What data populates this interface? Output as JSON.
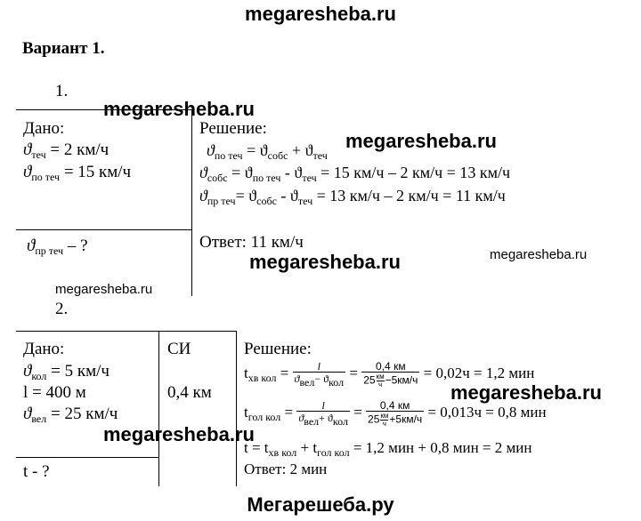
{
  "header": {
    "site": "megaresheba.ru"
  },
  "title": "Вариант 1.",
  "watermark": "megaresheba.ru",
  "footer": "Мегарешеба.ру",
  "problem1": {
    "number": "1.",
    "given_label": "Дано:",
    "given": [
      {
        "sym": "ϑ",
        "sub": "теч",
        "rest": " = 2 км/ч"
      },
      {
        "sym": "ϑ",
        "sub": "по теч",
        "rest": " = 15 км/ч"
      }
    ],
    "find": {
      "sym": "ϑ",
      "sub": "пр теч",
      "rest": " – ?"
    },
    "solution_label": "Решение:",
    "eq1": {
      "a": "ϑ",
      "a_sub": "по теч",
      "b": " = ϑ",
      "b_sub": "собс",
      "c": " + ϑ",
      "c_sub": "теч"
    },
    "eq2": {
      "a": "ϑ",
      "a_sub": "собс",
      "b": " = ϑ",
      "b_sub": "по теч",
      "c": " - ϑ",
      "c_sub": "теч",
      "rest": " = 15 км/ч – 2 км/ч = 13 км/ч"
    },
    "eq3": {
      "a": "ϑ",
      "a_sub": "пр теч",
      "b": "= ϑ",
      "b_sub": "собс",
      "c": " - ϑ",
      "c_sub": "теч",
      "rest": " = 13 км/ч – 2 км/ч = 11 км/ч"
    },
    "answer": "Ответ: 11 км/ч"
  },
  "problem2": {
    "number": "2.",
    "given_label": "Дано:",
    "given": [
      {
        "sym": "ϑ",
        "sub": "кол",
        "rest": " = 5 км/ч"
      },
      {
        "sym": "l",
        "sub": "",
        "rest": " = 400 м"
      },
      {
        "sym": "ϑ",
        "sub": "вел",
        "rest": " = 25 км/ч"
      }
    ],
    "find": "t - ?",
    "si_label": "СИ",
    "si_value": "0,4 км",
    "solution_label": "Решение:",
    "eq1": {
      "lhs": "t",
      "lhs_sub": "хв кол",
      "eq": " = ",
      "f1_num": "l",
      "f1_den_a": "ϑ",
      "f1_den_a_sub": "вел",
      "f1_den_op": "− ϑ",
      "f1_den_b_sub": "кол",
      "eq2": " = ",
      "f2_num": "0,4 км",
      "f2_den_a": "25",
      "f2_den_unit_top": "км",
      "f2_den_unit_bot": "ч",
      "f2_den_b": "−5км/ч",
      "rest": " = 0,02ч = 1,2 мин"
    },
    "eq2": {
      "lhs": "t",
      "lhs_sub": "гол кол",
      "eq": " = ",
      "f1_num": "l",
      "f1_den_a": "ϑ",
      "f1_den_a_sub": "вел",
      "f1_den_op": "+ ϑ",
      "f1_den_b_sub": "кол",
      "eq2": " = ",
      "f2_num": "0,4 км",
      "f2_den_a": "25",
      "f2_den_unit_top": "км",
      "f2_den_unit_bot": "ч",
      "f2_den_b": "+5км/ч",
      "rest": " = 0,013ч = 0,8 мин"
    },
    "eq3": {
      "a": "t = t",
      "a_sub": "хв кол",
      "b": " + t",
      "b_sub": "гол кол",
      "rest": " = 1,2 мин + 0,8 мин = 2 мин"
    },
    "answer": "Ответ: 2 мин"
  }
}
